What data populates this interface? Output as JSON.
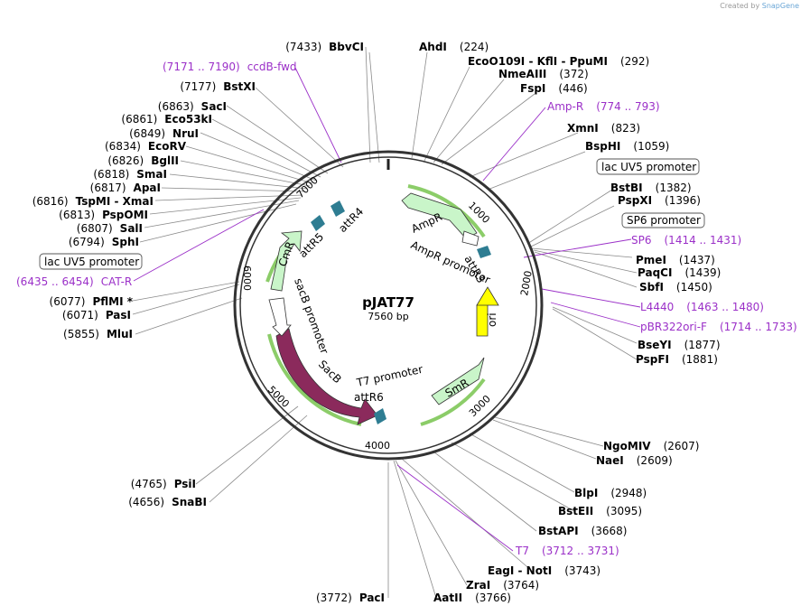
{
  "credit": {
    "prefix": "Created by",
    "brand": "SnapGene"
  },
  "plasmid": {
    "name": "pJAT77",
    "size_label": "7560 bp",
    "length": 7560
  },
  "ticks": [
    "1000",
    "2000",
    "3000",
    "4000",
    "5000",
    "6000",
    "7000"
  ],
  "colors": {
    "enzyme": "#000000",
    "primer": "#9b30c8",
    "backbone": "#333333",
    "feature_green": "#c9f5c9",
    "feature_white": "#ffffff",
    "sacb": "#8b2a5c",
    "ori": "#ffff00",
    "att": "#2e7d92"
  },
  "enzymes_right": [
    {
      "name": "AhdI",
      "pos": "(224)"
    },
    {
      "name": "EcoO109I - KflI - PpuMI",
      "pos": "(292)"
    },
    {
      "name": "NmeAIII",
      "pos": "(372)"
    },
    {
      "name": "FspI",
      "pos": "(446)"
    },
    {
      "name": "XmnI",
      "pos": "(823)"
    },
    {
      "name": "BspHI",
      "pos": "(1059)"
    },
    {
      "name": "BstBI",
      "pos": "(1382)"
    },
    {
      "name": "PspXI",
      "pos": "(1396)"
    },
    {
      "name": "PmeI",
      "pos": "(1437)"
    },
    {
      "name": "PaqCI",
      "pos": "(1439)"
    },
    {
      "name": "SbfI",
      "pos": "(1450)"
    },
    {
      "name": "BseYI",
      "pos": "(1877)"
    },
    {
      "name": "PspFI",
      "pos": "(1881)"
    },
    {
      "name": "NgoMIV",
      "pos": "(2607)"
    },
    {
      "name": "NaeI",
      "pos": "(2609)"
    },
    {
      "name": "BlpI",
      "pos": "(2948)"
    },
    {
      "name": "BstEII",
      "pos": "(3095)"
    },
    {
      "name": "BstAPI",
      "pos": "(3668)"
    },
    {
      "name": "EagI - NotI",
      "pos": "(3743)"
    },
    {
      "name": "ZraI",
      "pos": "(3764)"
    },
    {
      "name": "AatII",
      "pos": "(3766)"
    }
  ],
  "enzymes_left": [
    {
      "name": "BbvCI",
      "pos": "(7433)"
    },
    {
      "name": "BstXI",
      "pos": "(7177)"
    },
    {
      "name": "SacI",
      "pos": "(6863)"
    },
    {
      "name": "Eco53kI",
      "pos": "(6861)"
    },
    {
      "name": "NruI",
      "pos": "(6849)"
    },
    {
      "name": "EcoRV",
      "pos": "(6834)"
    },
    {
      "name": "BglII",
      "pos": "(6826)"
    },
    {
      "name": "SmaI",
      "pos": "(6818)"
    },
    {
      "name": "ApaI",
      "pos": "(6817)"
    },
    {
      "name": "TspMI - XmaI",
      "pos": "(6816)"
    },
    {
      "name": "PspOMI",
      "pos": "(6813)"
    },
    {
      "name": "SalI",
      "pos": "(6807)"
    },
    {
      "name": "SphI",
      "pos": "(6794)"
    },
    {
      "name": "PflMI *",
      "pos": "(6077)"
    },
    {
      "name": "PasI",
      "pos": "(6071)"
    },
    {
      "name": "MluI",
      "pos": "(5855)"
    },
    {
      "name": "PsiI",
      "pos": "(4765)"
    },
    {
      "name": "SnaBI",
      "pos": "(4656)"
    },
    {
      "name": "PacI",
      "pos": "(3772)"
    }
  ],
  "primers": [
    {
      "name": "ccdB-fwd",
      "range": "(7171 .. 7190)"
    },
    {
      "name": "Amp-R",
      "range": "(774 .. 793)"
    },
    {
      "name": "SP6",
      "range": "(1414 .. 1431)"
    },
    {
      "name": "L4440",
      "range": "(1463 .. 1480)"
    },
    {
      "name": "pBR322ori-F",
      "range": "(1714 .. 1733)"
    },
    {
      "name": "CAT-R",
      "range": "(6435 .. 6454)"
    },
    {
      "name": "T7",
      "range": "(3712 .. 3731)"
    }
  ],
  "boxed": {
    "lacuv5_right": "lac UV5 promoter",
    "sp6_box": "SP6 promoter",
    "lacuv5_left": "lac UV5 promoter"
  },
  "features": {
    "AmpR": "AmpR",
    "AmpR_promoter": "AmpR promoter",
    "attR3": "attR3",
    "ori": "ori",
    "SmR": "SmR",
    "T7_promoter": "T7 promoter",
    "attR6": "attR6",
    "SacB": "SacB",
    "sacB_promoter": "sacB promoter",
    "CmR": "CmR",
    "attR5": "attR5",
    "attR4": "attR4"
  }
}
